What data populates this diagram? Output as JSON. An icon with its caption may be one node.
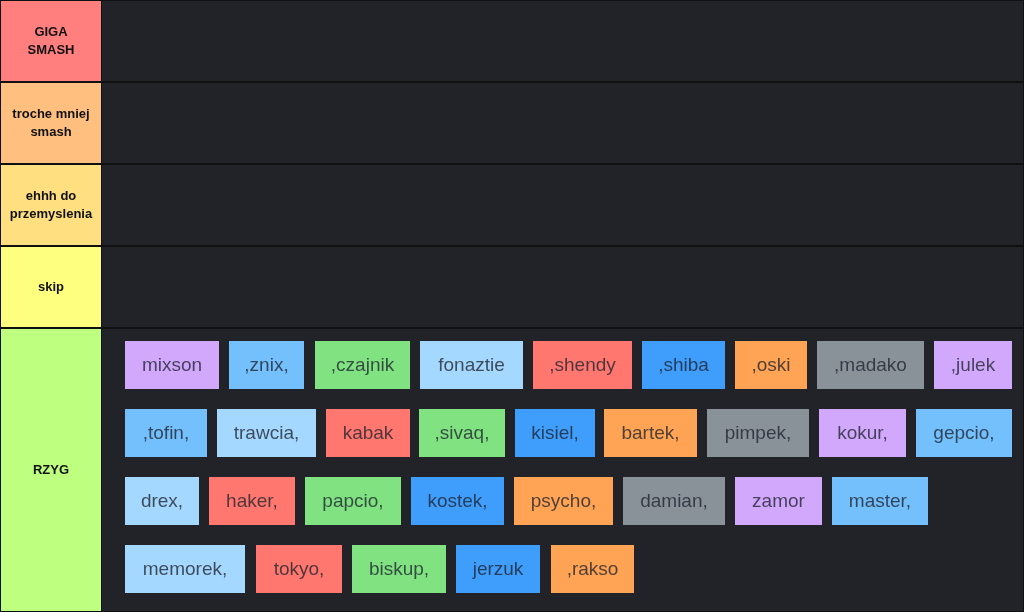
{
  "diagram": {
    "nodes": [
      {
        "text": [
          "GIGA SMASH"
        ]
      },
      {
        "text": [],
        "shape": "box"
      },
      {
        "text": [
          "troche mniej smash"
        ]
      },
      {
        "text": [],
        "shape": "box"
      },
      {
        "text": [
          "ehhh do przemyslenia"
        ]
      },
      {
        "text": [],
        "shape": "box"
      },
      {
        "text": [
          "skip"
        ]
      },
      {
        "text": [],
        "shape": "box"
      },
      {
        "text": [
          "RZYG"
        ]
      },
      {
        "text": [],
        "shape": "box"
      },
      {
        "text": [
          "mixson"
        ],
        "in": 9
      },
      {
        "text": [
          ",znix,"
        ],
        "in": 9
      },
      {
        "text": [
          ",czajnik"
        ],
        "in": 9
      },
      {
        "text": [
          "fonaztie"
        ],
        "in": 9
      },
      {
        "text": [
          ",shendy"
        ],
        "in": 9
      },
      {
        "text": [
          ",shiba"
        ],
        "in": 9
      },
      {
        "text": [
          ",oski"
        ],
        "in": 9
      },
      {
        "text": [
          ",madako"
        ],
        "in": 9
      },
      {
        "text": [
          ",julek"
        ],
        "in": 9
      },
      {
        "text": [
          ",tofin,"
        ],
        "in": 9
      },
      {
        "text": [
          "trawcia,"
        ],
        "in": 9
      },
      {
        "text": [
          "kabak"
        ],
        "in": 9
      },
      {
        "text": [
          ",sivaq,"
        ],
        "in": 9
      },
      {
        "text": [
          "kisiel,"
        ],
        "in": 9
      },
      {
        "text": [
          "bartek,"
        ],
        "in": 9
      },
      {
        "text": [
          "pimpek,"
        ],
        "in": 9
      },
      {
        "text": [
          "kokur,"
        ],
        "in": 9
      },
      {
        "text": [
          "gepcio,"
        ],
        "in": 9
      },
      {
        "text": [
          "drex,"
        ],
        "in": 9
      },
      {
        "text": [
          "haker,"
        ],
        "in": 9
      },
      {
        "text": [
          "papcio,"
        ],
        "in": 9
      },
      {
        "text": [
          "kostek,"
        ],
        "in": 9
      },
      {
        "text": [
          "psycho,"
        ],
        "in": 9
      },
      {
        "text": [
          "damian,"
        ],
        "in": 9
      },
      {
        "text": [
          "zamor"
        ],
        "in": 9
      },
      {
        "text": [
          "master,"
        ],
        "in": 9
      },
      {
        "text": [
          "memorek,"
        ],
        "in": 9
      },
      {
        "text": [
          "tokyo,"
        ],
        "in": 9
      },
      {
        "text": [
          "biskup,"
        ],
        "in": 9
      },
      {
        "text": [
          "jerzuk"
        ],
        "in": 9
      },
      {
        "text": [
          ",rakso"
        ],
        "in": 9
      }
    ]
  }
}
